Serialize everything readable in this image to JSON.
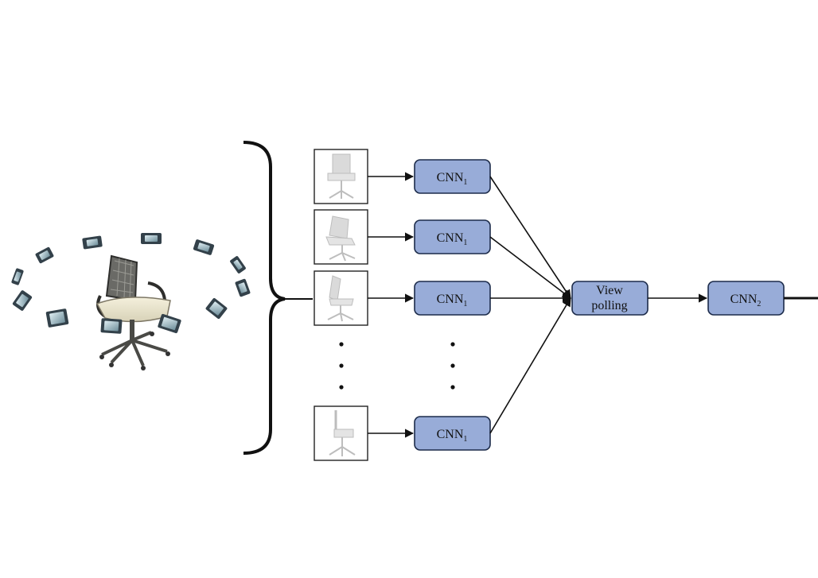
{
  "diagram": {
    "views": [
      {
        "id": "view-1",
        "cnn_main": "CNN",
        "cnn_sub": "1"
      },
      {
        "id": "view-2",
        "cnn_main": "CNN",
        "cnn_sub": "1"
      },
      {
        "id": "view-3",
        "cnn_main": "CNN",
        "cnn_sub": "1"
      },
      {
        "id": "view-n",
        "cnn_main": "CNN",
        "cnn_sub": "1"
      }
    ],
    "pooling": {
      "line1": "View",
      "line2": "polling"
    },
    "cnn2": {
      "main": "CNN",
      "sub": "2"
    }
  },
  "colors": {
    "box_fill": "#98acd8",
    "box_stroke": "#1c2b4a",
    "line": "#111111"
  }
}
